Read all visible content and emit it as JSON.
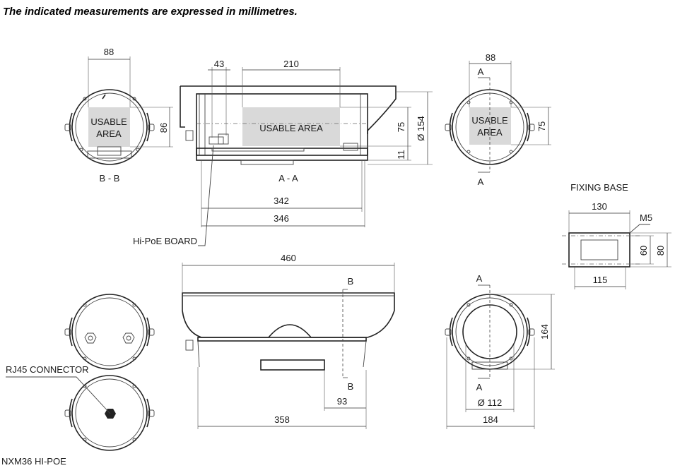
{
  "note": "The indicated measurements are expressed in millimetres.",
  "model": "NXM36 HI-POE",
  "labels": {
    "usable_area": "USABLE AREA",
    "usable_line1": "USABLE",
    "usable_line2": "AREA",
    "section_bb": "B - B",
    "section_aa": "A - A",
    "hi_poe_board": "Hi-PoE BOARD",
    "rj45_connector": "RJ45 CONNECTOR",
    "fixing_base": "FIXING BASE",
    "marker_a": "A",
    "marker_b": "B",
    "m5": "M5"
  },
  "dimensions": {
    "front_width": "88",
    "front_height": "86",
    "aa_43": "43",
    "aa_210": "210",
    "aa_75": "75",
    "aa_11": "11",
    "aa_diam154": "Ø 154",
    "aa_342": "342",
    "aa_346": "346",
    "right_88": "88",
    "right_75": "75",
    "base_130": "130",
    "base_60": "60",
    "base_80": "80",
    "base_115": "115",
    "side_460": "460",
    "side_93": "93",
    "side_358": "358",
    "rear_164": "164",
    "rear_diam112": "Ø 112",
    "rear_184": "184"
  }
}
